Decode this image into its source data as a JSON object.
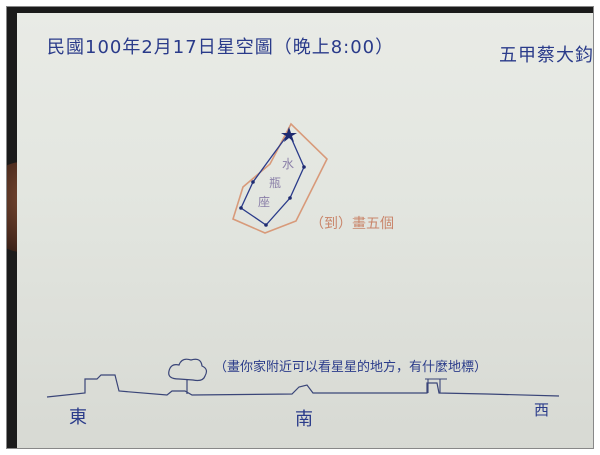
{
  "sheet": {
    "title": "民國100年2月17日星空圖（晚上8:00）",
    "author": "五甲蔡大鈞",
    "constellation": {
      "name_chars": [
        "水",
        "瓶",
        "座"
      ]
    },
    "pencil_note": "（到）畫五個",
    "landscape_note": "（畫你家附近可以看星星的地方，有什麼地標）",
    "directions": {
      "east": "東",
      "south": "南",
      "west": "西"
    }
  }
}
